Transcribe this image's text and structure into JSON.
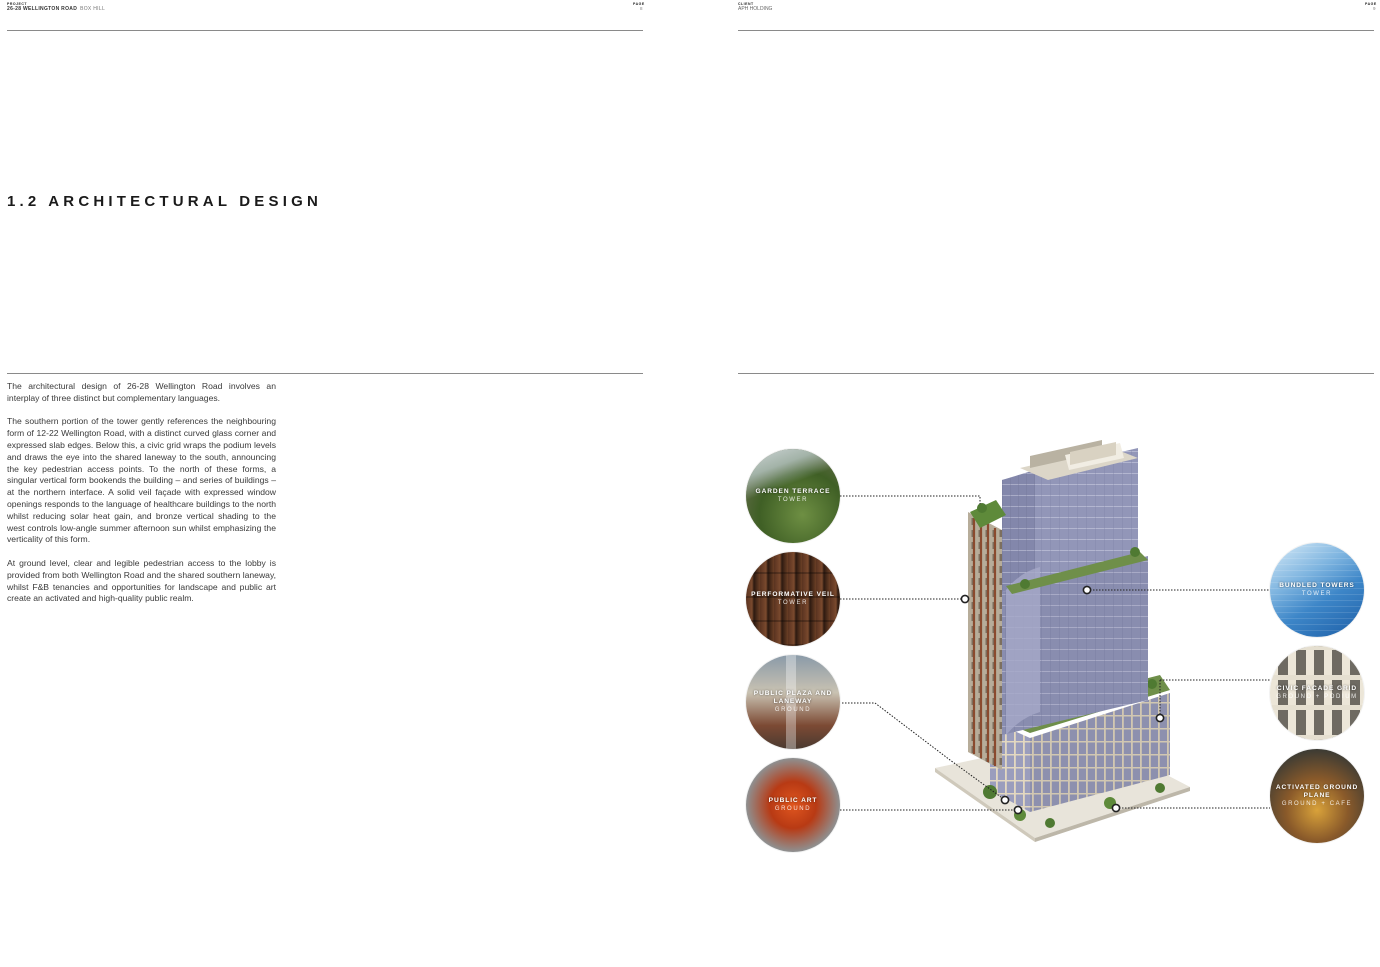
{
  "left_page": {
    "header": {
      "label": "PROJECT",
      "project_name": "26-28 WELLINGTON ROAD",
      "project_location": "BOX HILL",
      "page_label": "PAGE",
      "page_number": "8"
    },
    "section_title": "1.2 ARCHITECTURAL DESIGN",
    "paragraphs": [
      "The architectural design of 26-28 Wellington Road involves an interplay of three distinct but complementary languages.",
      "The southern portion of the tower gently references the neighbouring form of 12-22 Wellington Road, with a distinct curved glass corner and expressed slab edges. Below this, a civic grid wraps the podium levels and draws the eye into the shared laneway to the south, announcing the key pedestrian access points. To the north of these forms, a singular vertical form bookends the building – and series of buildings – at the northern interface. A solid veil façade with expressed window openings responds to the language of healthcare buildings to the north whilst reducing solar heat gain, and bronze vertical shading to the west controls low-angle summer afternoon sun whilst emphasizing the verticality of this form.",
      "At ground level, clear and legible pedestrian access to the lobby is provided from both Wellington Road and the shared southern laneway, whilst F&B tenancies and opportunities for landscape and public art create an activated and high-quality public realm."
    ]
  },
  "right_page": {
    "header": {
      "label": "CLIENT",
      "client_name": "APH HOLDING",
      "page_label": "PAGE",
      "page_number": "9"
    },
    "callouts": [
      {
        "title": "GARDEN TERRACE",
        "subtitle": "TOWER"
      },
      {
        "title": "PERFORMATIVE VEIL",
        "subtitle": "TOWER"
      },
      {
        "title": "PUBLIC PLAZA AND LANEWAY",
        "subtitle": "GROUND"
      },
      {
        "title": "PUBLIC ART",
        "subtitle": "GROUND"
      },
      {
        "title": "BUNDLED TOWERS",
        "subtitle": "TOWER"
      },
      {
        "title": "CIVIC FACADE GRID",
        "subtitle": "GROUND + PODIUM"
      },
      {
        "title": "ACTIVATED GROUND PLANE",
        "subtitle": "GROUND + CAFE"
      }
    ]
  },
  "colors": {
    "text": "#1a1a1a",
    "rule": "#8a8a8a",
    "glass": "#8e92b4",
    "bronze": "#8a4a2e",
    "podium_frame": "#d9cdb4",
    "greenery": "#4f7a32",
    "sky_blue": "#3d86c8"
  }
}
